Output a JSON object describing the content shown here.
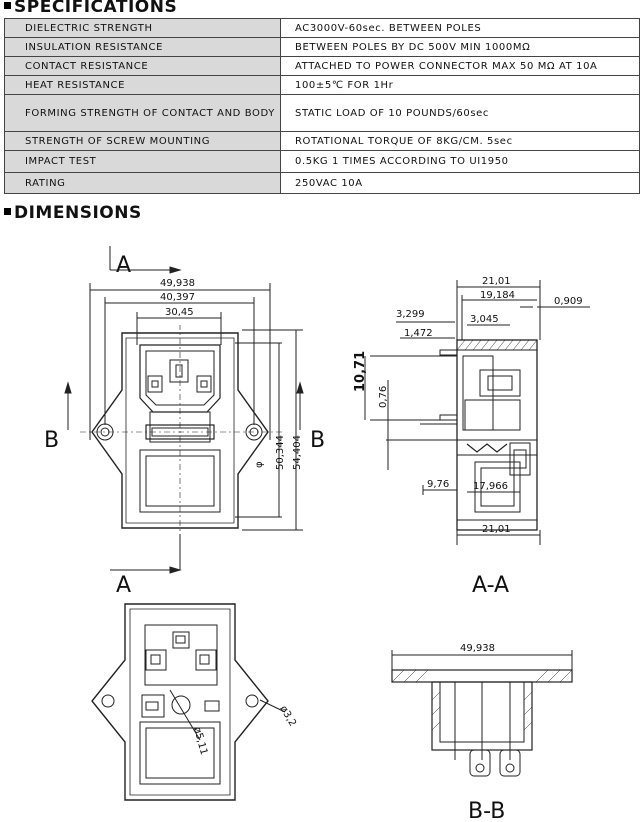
{
  "specifications": {
    "title": "SPECIFICATIONS",
    "rows": [
      {
        "key": "DIELECTRIC STRENGTH",
        "value": "AC3000V-60sec. BETWEEN POLES"
      },
      {
        "key": "INSULATION RESISTANCE",
        "value": "BETWEEN POLES BY DC 500V  MIN 1000MΩ"
      },
      {
        "key": "CONTACT RESISTANCE",
        "value": "ATTACHED TO POWER CONNECTOR MAX 50 MΩ AT 10A"
      },
      {
        "key": "HEAT RESISTANCE",
        "value": "100±5℃ FOR 1Hr"
      },
      {
        "key": "FORMING STRENGTH OF CONTACT AND BODY",
        "value": "STATIC LOAD OF 10 POUNDS/60sec"
      },
      {
        "key": "STRENGTH OF SCREW MOUNTING",
        "value": "ROTATIONAL TORQUE OF 8KG/CM. 5sec"
      },
      {
        "key": "IMPACT TEST",
        "value": "0.5KG 1 TIMES ACCORDING TO UI1950"
      },
      {
        "key": "RATING",
        "value": "250VAC  10A"
      }
    ]
  },
  "dimensions": {
    "title": "DIMENSIONS",
    "front_view": {
      "section_a": "A",
      "section_b": "B",
      "dim_overall_width": "49,938",
      "dim_hole_span": "40,397",
      "dim_inner_width": "30,45",
      "dim_height": "54,404",
      "dim_inner_height": "50,344"
    },
    "side_view": {
      "caption": "A-A",
      "dim_top_width": "21,01",
      "dim_19": "19,184",
      "dim_0909": "0,909",
      "dim_3299": "3,299",
      "dim_3045": "3,045",
      "dim_1472": "1,472",
      "dim_1071": "10,71",
      "dim_076": "0,76",
      "dim_976": "9,76",
      "dim_17966": "17,966",
      "dim_bottom_width": "21,01"
    },
    "rear_view": {
      "dim_hole": "ø3,2",
      "dim_fuse": "ø5,11"
    },
    "section_view": {
      "caption": "B-B",
      "dim_width": "49,938"
    }
  }
}
